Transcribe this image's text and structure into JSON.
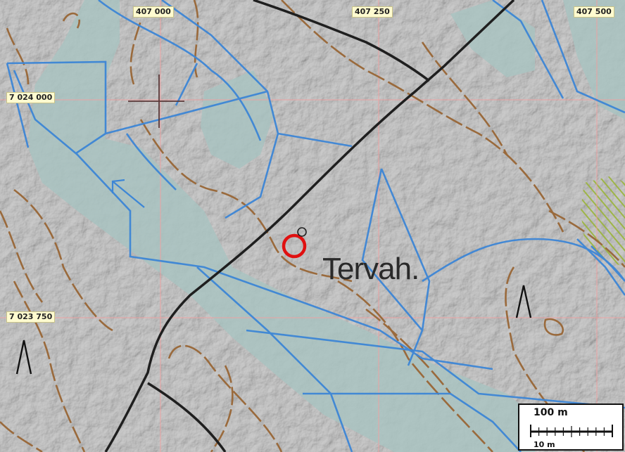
{
  "map": {
    "grid_labels": {
      "easting": [
        "407 000",
        "407 250",
        "407 500"
      ],
      "northing": [
        "7 024 000",
        "7 023 750"
      ]
    },
    "place_name": "Tervah.",
    "scale": {
      "large_label": "100 m",
      "small_label": "10 m"
    },
    "symbols": [
      "cliff-symbol",
      "cliff-symbol",
      "crosshair-marker",
      "target-circle",
      "flow-arrow"
    ],
    "colors": {
      "background": "#bdbdbd",
      "water_area": "#a9c3c1",
      "ditch_lines": "#3d86d6",
      "contours": "#9a6a3c",
      "roads": "#1f1f1f",
      "grid": "#f2a0a0",
      "target": "#e01010",
      "marsh_hatch": "#9ab43a"
    }
  }
}
